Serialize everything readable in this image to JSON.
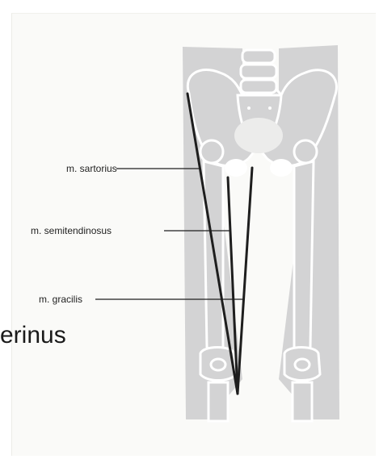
{
  "figure": {
    "labels": {
      "sartorius": "m. sartorius",
      "semitendinosus": "m. semitendinosus",
      "gracilis": "m. gracilis"
    },
    "overlay_text": "erinus"
  },
  "colors": {
    "bone": "#d3d3d4",
    "bone_outline": "#ffffff",
    "muscle_line": "#1e1e1e",
    "background": "#fafaf8"
  }
}
